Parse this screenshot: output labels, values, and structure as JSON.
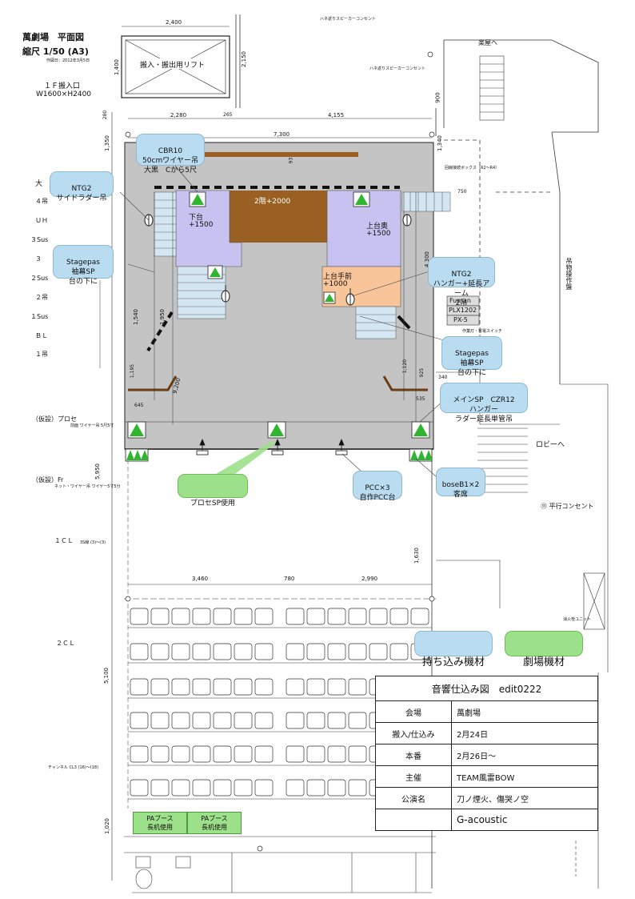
{
  "header": {
    "title": "萬劇場　平面図",
    "scale": "縮尺 1/50 (A3)",
    "date": "作図日：2012年3月5日",
    "entrance_line1": "１Ｆ搬入口",
    "entrance_line2": "W1600×H2400"
  },
  "top": {
    "lift_label": "搬入・搬出用リフト",
    "lift_width": "2,400",
    "lift_height": "1,400",
    "height_2150": "2,150",
    "stairs_label": "楽屋へ",
    "speaker_outlet_1": "ハネ返りスピーカーコンセント",
    "speaker_outlet_2": "ハネ返りスピーカーコンセント",
    "dim_2280": "2,280",
    "dim_265": "265",
    "dim_4155": "4,155",
    "dim_7300": "7,300",
    "dim_280": "280",
    "dim_1350": "1,350",
    "dim_1340": "1,340",
    "dim_900": "900",
    "dim_93": "93",
    "dim_750": "750",
    "box_label": "回線接続ボックス（R2～R4）"
  },
  "left_hang_labels": [
    "大",
    "４吊",
    "ＵＨ",
    "３Sus",
    "３",
    "２Sus",
    "２吊",
    "１Sus",
    "ＢＬ",
    "１吊"
  ],
  "stage": {
    "upper_2f": "2階+2000",
    "left_lower_l1": "下台",
    "left_lower_l2": "+1500",
    "right_upper_l1": "上台奥",
    "right_upper_l2": "+1500",
    "right_front_l1": "上台手前",
    "right_front_l2": "+1000",
    "dim_4300": "4,300",
    "dim_1950": "1,950",
    "dim_1540": "1,540",
    "dim_9200": "9,200",
    "dim_645": "645",
    "dim_535": "535",
    "dim_1120": "1,120",
    "dim_1195": "1,195",
    "dim_925": "925",
    "dim_340": "340",
    "dim_5950": "5,950",
    "dim_1630": "1,630",
    "dim_3460": "3,460",
    "dim_780": "780",
    "dim_2990": "2,990",
    "dim_5100": "5,100",
    "dim_1020": "1,020",
    "switch_label": "作業灯・客電スイッチ"
  },
  "equipment": {
    "box1": "Fuman",
    "box2": "PLX1202",
    "box3": "PX-5"
  },
  "callouts": {
    "cbr_l1": "CBR10",
    "cbr_l2": "50cmワイヤー吊",
    "cbr_l3": "大黒　Cから5尺",
    "ntg_left_l1": "NTG2",
    "ntg_left_l2": "サイドラダー吊",
    "stage_left_l1": "Stagepas",
    "stage_left_l2": "袖幕SP",
    "stage_left_l3": "台の下に",
    "ntg_right_l1": "NTG2",
    "ntg_right_l2": "ハンガー+延長アーム",
    "ntg_right_l3": "2吊",
    "stage_right_l1": "Stagepas",
    "stage_right_l2": "袖幕SP",
    "stage_right_l3": "台の下に",
    "main_l1": "メインSP　CZR12",
    "main_l2": "ハンガー",
    "main_l3": "ラダー延長単管吊",
    "prose": "プロセSP使用",
    "pcc_l1": "PCC×3",
    "pcc_l2": "自作PCC台",
    "bose_l1": "boseB1×2",
    "bose_l2": "客席"
  },
  "right_side": {
    "hanging_work": "吊物操作盤",
    "lobby": "ロビーへ",
    "parallel_outlet": "⑪ 平行コンセント",
    "cleaning_label": "消火栓ユニット"
  },
  "front_labels": {
    "prose": "（仮設）プロセ",
    "prose_sub": "前面 ワイヤー吊 5尺5寸",
    "fr": "（仮設）Fr",
    "fr_sub": "ネット・ワイヤー吊 ワイヤー5寸5分",
    "cl1": "１ＣＬ",
    "cl1_sub": "3S線 (3)〜(3)",
    "cl2": "２ＣＬ",
    "seat_sub": "チャンネル CL3 (16)〜(18)"
  },
  "legend": {
    "brought": "持ち込み機材",
    "theater": "劇場機材"
  },
  "info_table": {
    "title": "音響仕込み図　edit0222",
    "rows": [
      {
        "key": "会場",
        "value": "萬劇場"
      },
      {
        "key": "搬入/仕込み",
        "value": "2月24日"
      },
      {
        "key": "本番",
        "value": "2月26日～"
      },
      {
        "key": "主催",
        "value": "TEAM風雷BOW"
      },
      {
        "key": "公演名",
        "value": "刀ノ煙火、傷哭ノ空"
      },
      {
        "key": "",
        "value": "G-acoustic"
      }
    ]
  },
  "booths": {
    "b1_l1": "PAブース",
    "b1_l2": "長机使用",
    "b2_l1": "PAブース",
    "b2_l2": "長机使用"
  },
  "colors": {
    "stage_gray": "#c4c4c4",
    "upstage_brown": "#9a5f22",
    "platform_lavender": "#c8c2f0",
    "platform_orange": "#f8c59a",
    "callout_blue": "#b9dcf0",
    "callout_green": "#9de08a",
    "speaker_green": "#2fb52f",
    "stair_blue": "#d5e6f3"
  }
}
